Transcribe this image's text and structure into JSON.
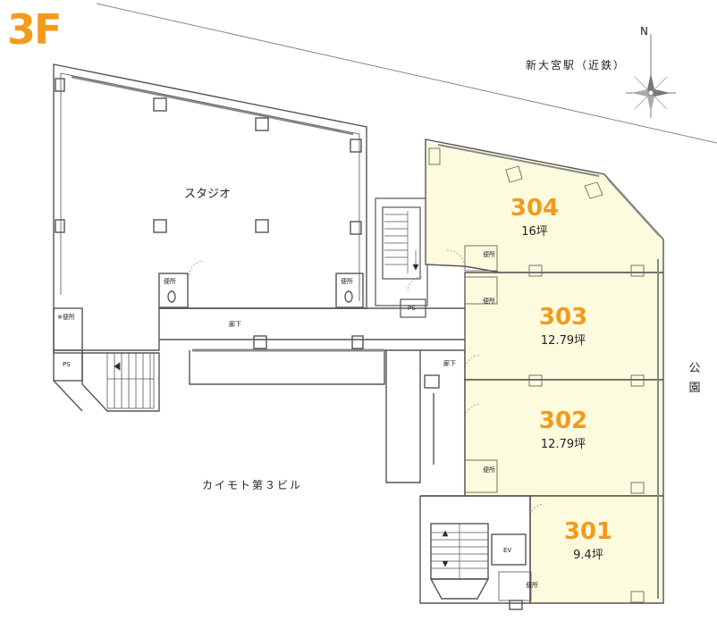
{
  "floor": "3F",
  "compass": {
    "north": "N"
  },
  "station": "新大宮駅（近鉄）",
  "park": "公園",
  "neighbor_building": "カイモト第３ビル",
  "studio": "スタジオ",
  "corridor": "廊下",
  "toilet": "便所",
  "toilet_note": "※便所",
  "ps": "PS",
  "ev": "EV",
  "units": [
    {
      "number": "304",
      "area": "16坪"
    },
    {
      "number": "303",
      "area": "12.79坪"
    },
    {
      "number": "302",
      "area": "12.79坪"
    },
    {
      "number": "301",
      "area": "9.4坪"
    }
  ],
  "colors": {
    "accent": "#f39a1e",
    "unit_fill": "#fcfbdd",
    "wall": "#555555"
  }
}
